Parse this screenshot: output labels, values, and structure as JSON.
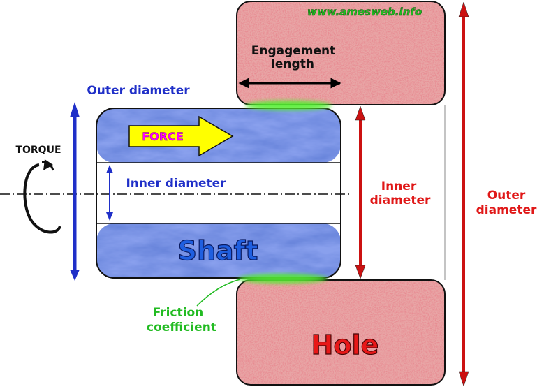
{
  "watermark": "www.amesweb.info",
  "labels": {
    "engagement_line1": "Engagement",
    "engagement_line2": "length",
    "outer_diameter_shaft": "Outer diameter",
    "force": "FORCE",
    "torque": "TORQUE",
    "inner_diameter_shaft": "Inner diameter",
    "inner_diameter_hole_line1": "Inner",
    "inner_diameter_hole_line2": "diameter",
    "outer_diameter_hole_line1": "Outer",
    "outer_diameter_hole_line2": "diameter",
    "shaft": "Shaft",
    "friction_line1": "Friction",
    "friction_line2": "coefficient",
    "hole": "Hole"
  },
  "colors": {
    "shaft_fill": "#5f7fd8",
    "hole_fill": "#e8a6a6",
    "blue_text": "#1f2fc8",
    "red_text": "#e01818",
    "green_text": "#22bb22",
    "force_fill": "#ffff00",
    "force_text": "#ff00ff",
    "friction_glow": "#55ee33"
  }
}
